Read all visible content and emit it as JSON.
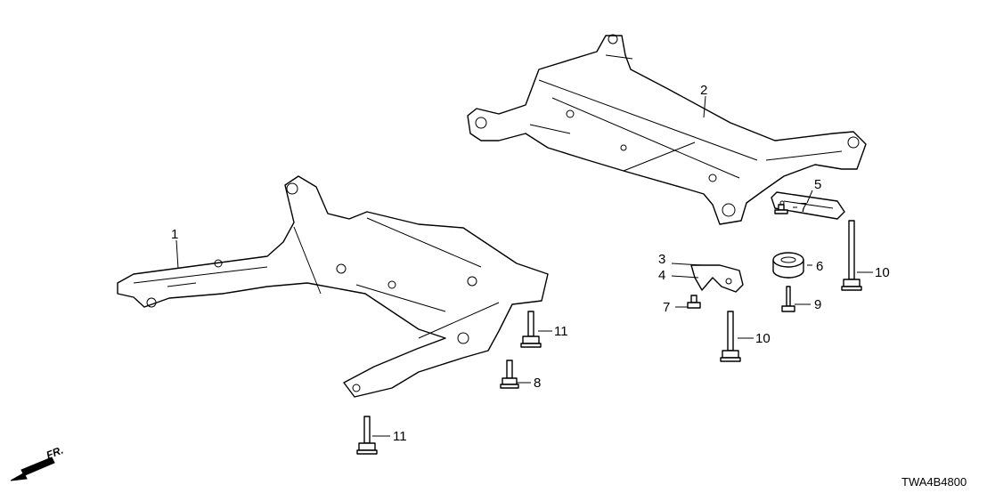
{
  "diagram": {
    "code": "TWA4B4800",
    "direction_label": "FR.",
    "callouts": [
      "1",
      "2",
      "3",
      "4",
      "5",
      "6",
      "7",
      "7",
      "8",
      "9",
      "10",
      "10",
      "11",
      "11"
    ],
    "colors": {
      "line": "#000000",
      "background": "#ffffff"
    }
  }
}
